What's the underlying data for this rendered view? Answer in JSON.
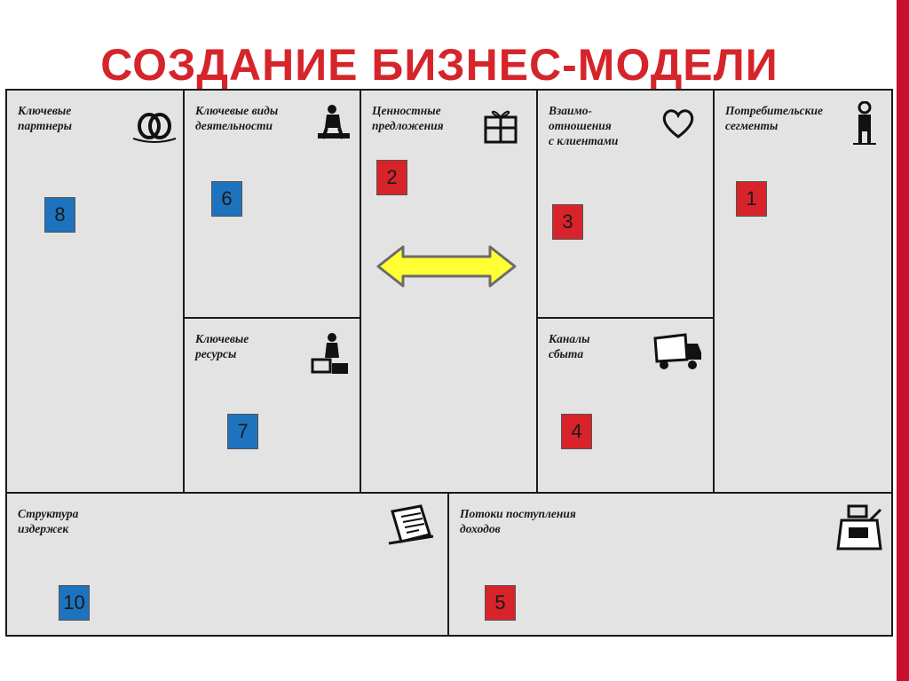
{
  "title": "СОЗДАНИЕ БИЗНЕС-МОДЕЛИ",
  "colors": {
    "title": "#d6242b",
    "blue_badge": "#1e73be",
    "red_badge": "#d9232a",
    "arrow_fill": "#ffff33",
    "cell_bg": "#e3e3e3"
  },
  "blocks": {
    "partners": {
      "label": "Ключевые\nпартнеры",
      "icon": "rings-icon",
      "number": "8",
      "badge_color": "blue"
    },
    "activities": {
      "label": "Ключевые виды\nдеятельности",
      "icon": "worker-icon",
      "number": "6",
      "badge_color": "blue"
    },
    "resources": {
      "label": "Ключевые\nресурсы",
      "icon": "worker-boxes-icon",
      "number": "7",
      "badge_color": "blue"
    },
    "value": {
      "label": "Ценностные\nпредложения",
      "icon": "gift-icon",
      "number": "2",
      "badge_color": "red"
    },
    "relations": {
      "label": "Взаимо-\nотношения\nс клиентами",
      "icon": "heart-icon",
      "number": "3",
      "badge_color": "red"
    },
    "channels": {
      "label": "Каналы\nсбыта",
      "icon": "truck-icon",
      "number": "4",
      "badge_color": "red"
    },
    "segments": {
      "label": "Потребительские\nсегменты",
      "icon": "person-icon",
      "number": "1",
      "badge_color": "red"
    },
    "costs": {
      "label": "Структура\nиздержек",
      "icon": "receipt-icon",
      "number": "10",
      "badge_color": "blue"
    },
    "revenue": {
      "label": "Потоки поступления\nдоходов",
      "icon": "cash-register-icon",
      "number": "5",
      "badge_color": "red"
    }
  },
  "arrow": {
    "direction": "bidirectional",
    "icon": "double-arrow-icon"
  }
}
